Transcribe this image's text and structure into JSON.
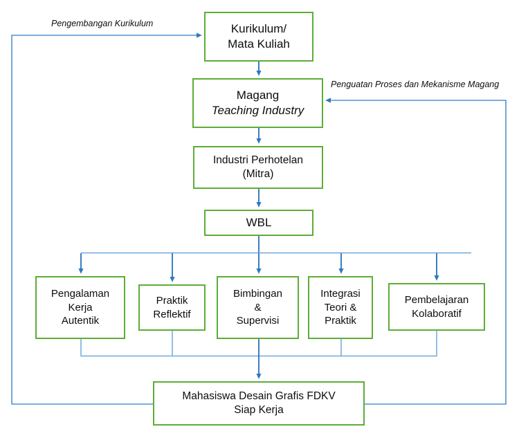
{
  "diagram": {
    "title_present": false,
    "colors": {
      "node_border": "#5CAD36",
      "node_fill": "#FFFFFF",
      "arrow_main": "#2E79BE",
      "arrow_light": "#6FA8DC",
      "text": "#0D0D0D"
    },
    "nodes": {
      "kurikulum": {
        "id": "kurikulum",
        "lines": [
          "Kurikulum/",
          "Mata Kuliah"
        ],
        "italic_lines": []
      },
      "magang": {
        "id": "magang",
        "lines": [
          "Magang",
          "Teaching Industry"
        ],
        "italic_lines": [
          "Teaching Industry"
        ]
      },
      "industri": {
        "id": "industri",
        "lines": [
          "Industri Perhotelan",
          "(Mitra)"
        ],
        "italic_lines": []
      },
      "wbl": {
        "id": "wbl",
        "lines": [
          "WBL"
        ],
        "italic_lines": []
      },
      "pengalaman": {
        "id": "pengalaman",
        "lines": [
          "Pengalaman",
          "Kerja",
          "Autentik"
        ],
        "italic_lines": []
      },
      "praktik": {
        "id": "praktik",
        "lines": [
          "Praktik",
          "Reflektif"
        ],
        "italic_lines": []
      },
      "bimbingan": {
        "id": "bimbingan",
        "lines": [
          "Bimbingan",
          "&",
          "Supervisi"
        ],
        "italic_lines": []
      },
      "integrasi": {
        "id": "integrasi",
        "lines": [
          "Integrasi",
          "Teori &",
          "Praktik"
        ],
        "italic_lines": []
      },
      "pembelajaran": {
        "id": "pembelajaran",
        "lines": [
          "Pembelajaran",
          "Kolaboratif"
        ],
        "italic_lines": []
      },
      "mahasiswa": {
        "id": "mahasiswa",
        "lines": [
          "Mahasiswa Desain Grafis FDKV",
          "Siap Kerja"
        ],
        "italic_lines": []
      }
    },
    "node_text": {
      "kurikulum_line1": "Kurikulum/",
      "kurikulum_line2": "Mata Kuliah",
      "magang_line1": "Magang",
      "magang_line2": "Teaching Industry",
      "industri_line1": "Industri Perhotelan",
      "industri_line2": "(Mitra)",
      "wbl_line1": "WBL",
      "pengalaman_line1": "Pengalaman",
      "pengalaman_line2": "Kerja",
      "pengalaman_line3": "Autentik",
      "praktik_line1": "Praktik",
      "praktik_line2": "Reflektif",
      "bimbingan_line1": "Bimbingan",
      "bimbingan_line2": "&",
      "bimbingan_line3": "Supervisi",
      "integrasi_line1": "Integrasi",
      "integrasi_line2": "Teori &",
      "integrasi_line3": "Praktik",
      "pembelajaran_line1": "Pembelajaran",
      "pembelajaran_line2": "Kolaboratif",
      "mahasiswa_line1": "Mahasiswa Desain Grafis FDKV",
      "mahasiswa_line2": "Siap Kerja"
    },
    "edge_labels": {
      "pengembangan_kurikulum": "Pengembangan Kurikulum",
      "penguatan_proses": "Penguatan Proses dan Mekanisme Magang"
    },
    "edges": [
      {
        "from": "kurikulum",
        "to": "magang",
        "label": ""
      },
      {
        "from": "magang",
        "to": "industri",
        "label": ""
      },
      {
        "from": "industri",
        "to": "wbl",
        "label": ""
      },
      {
        "from": "wbl",
        "to": "pengalaman",
        "label": ""
      },
      {
        "from": "wbl",
        "to": "praktik",
        "label": ""
      },
      {
        "from": "wbl",
        "to": "bimbingan",
        "label": ""
      },
      {
        "from": "wbl",
        "to": "integrasi",
        "label": ""
      },
      {
        "from": "wbl",
        "to": "pembelajaran",
        "label": ""
      },
      {
        "from": "pengalaman",
        "to": "mahasiswa",
        "label": ""
      },
      {
        "from": "praktik",
        "to": "mahasiswa",
        "label": ""
      },
      {
        "from": "bimbingan",
        "to": "mahasiswa",
        "label": ""
      },
      {
        "from": "integrasi",
        "to": "mahasiswa",
        "label": ""
      },
      {
        "from": "pembelajaran",
        "to": "mahasiswa",
        "label": ""
      },
      {
        "from": "mahasiswa",
        "to": "kurikulum",
        "label": "Pengembangan Kurikulum"
      },
      {
        "from": "mahasiswa",
        "to": "magang",
        "label": "Penguatan Proses dan Mekanisme Magang"
      }
    ]
  }
}
